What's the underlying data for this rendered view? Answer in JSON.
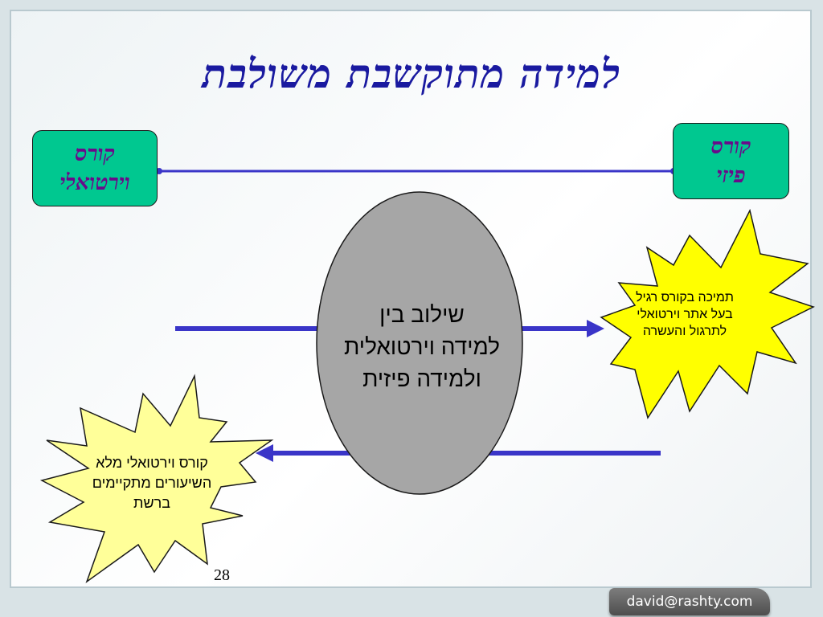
{
  "slide": {
    "title": "למידה מתוקשבת משולבת",
    "page_number": "28",
    "email": "david@rashty.com"
  },
  "boxes": {
    "virtual_course": {
      "line1": "קורס",
      "line2": "וירטואלי"
    },
    "physical_course": {
      "line1": "קורס",
      "line2": "פיזי"
    }
  },
  "center_ellipse": {
    "line1": "שילוב בין",
    "line2": "למידה וירטואלית",
    "line3": "ולמידה פיזית"
  },
  "right_star": {
    "line1": "תמיכה בקורס רגיל",
    "line2": "בעל אתר וירטואלי",
    "line3": "לתרגול והעשרה"
  },
  "left_star": {
    "line1": "קורס וירטואלי מלא",
    "line2": "השיעורים מתקיימים",
    "line3": "ברשת"
  },
  "colors": {
    "box_fill": "#00c890",
    "box_text": "#6a0a8a",
    "title": "#1a1aa0",
    "arrow": "#3a35c8",
    "star_fill": "#ffff00",
    "left_star_fill": "#ffff99",
    "ellipse_fill": "#a6a6a6"
  }
}
